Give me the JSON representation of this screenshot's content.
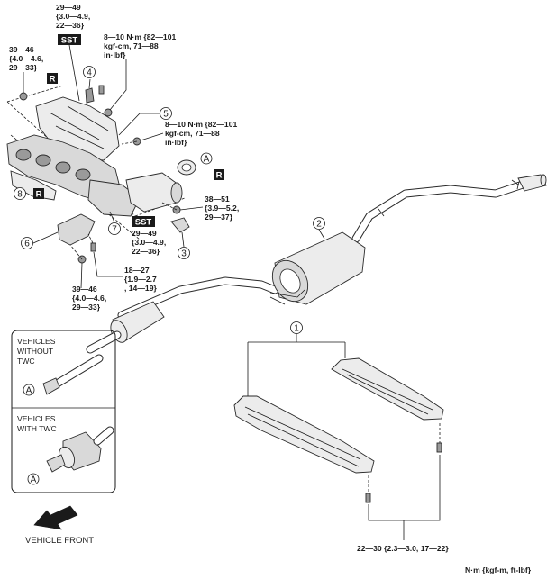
{
  "callouts": {
    "c1": "1",
    "c2": "2",
    "c3": "3",
    "c4": "4",
    "c5": "5",
    "c6": "6",
    "c7": "7",
    "c8": "8"
  },
  "torques": {
    "t_top_sst": [
      "29—49",
      "{3.0—4.9,",
      "22—36}"
    ],
    "t_top_left": [
      "39—46",
      "{4.0—4.6,",
      "29—33}"
    ],
    "t_top_right": [
      "8—10 N·m {82—101",
      "kgf-cm, 71—88",
      "in·lbf}"
    ],
    "t_mid_right": [
      "8—10 N·m {82—101",
      "kgf-cm, 71—88",
      "in·lbf}"
    ],
    "t_right_nut": [
      "38—51",
      "{3.9—5.2,",
      "29—37}"
    ],
    "t_mid_sst": [
      "29—49",
      "{3.0—4.9,",
      "22—36}"
    ],
    "t_bottom_left": [
      "39—46",
      "{4.0—4.6,",
      "29—33}"
    ],
    "t_bottom_mid": [
      "18—27",
      "{1.9—2.7",
      ", 14—19}"
    ],
    "t_bracket": "22—30 {2.3—3.0, 17—22}"
  },
  "badges": {
    "sst": "SST",
    "r": "R",
    "a": "A"
  },
  "inset": {
    "without_twc": [
      "VEHICLES",
      "WITHOUT",
      "TWC"
    ],
    "with_twc": [
      "VEHICLES",
      "WITH TWC"
    ]
  },
  "vehicle_front": "VEHICLE FRONT",
  "units_note": "N·m {kgf-m, ft-lbf}"
}
